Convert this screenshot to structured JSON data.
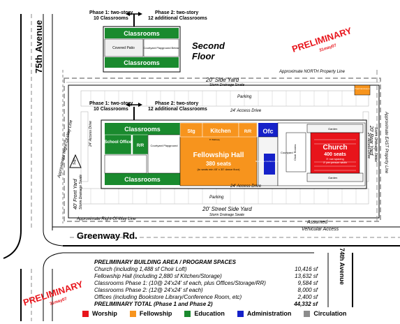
{
  "roads": {
    "avenue_75": "75th Avenue",
    "avenue_75_sup": "th",
    "greenway": "Greenway Rd.",
    "avenue_74": "74th Avenue"
  },
  "stamps": {
    "top": {
      "text": "PRELIMINARY",
      "date": "31may07"
    },
    "bottom": {
      "text": "PRELIMINARY",
      "date": "31may07"
    }
  },
  "second_floor": {
    "title_line1": "Second",
    "title_line2": "Floor",
    "phase1": "Phase 1: two-story",
    "phase1_sub": "10 Classrooms",
    "phase2": "Phase 2: two-story",
    "phase2_sub": "12 additional Classrooms",
    "classrooms_top": "Classrooms",
    "classrooms_bottom": "Classrooms",
    "covered_patio": "Covered Patio",
    "courtyard": "Courtyard Playground Below"
  },
  "site": {
    "north_line": "Approximate NORTH Property Line",
    "east_line": "Approximate EAST Property Line",
    "row_left": "Approximate Right-Of-Way Line",
    "row_bottom": "Approximate Right-Of-Way Line",
    "side_yard": "20' Side Yard",
    "side_swale": "Storm Drainage Swale",
    "street_yard": "20' Street Side Yard",
    "street_swale": "Storm Drainage Swale",
    "front_yard": "40' Front Yard",
    "front_swale": "Storm Drainage Swale",
    "rear_yard": "20' Rear Yard",
    "rear_swale": "Storm Drainage Swale",
    "parking_top": "Parking",
    "parking_bottom": "Parking",
    "access_top": "24' Access Drive",
    "access_bottom": "24' Access Drive",
    "access_left": "24' Access Drive",
    "access_right": "24' Access Drive",
    "sign": "Sign",
    "trash": "Trash Enclosure",
    "assumed": "Assumed",
    "vehicular": "Vehicular Access"
  },
  "ground": {
    "phase1": "Phase 1: two-story",
    "phase1_sub": "10 Classrooms",
    "phase2": "Phase 2: two-story",
    "phase2_sub": "12 additional Classrooms",
    "classrooms_top": "Classrooms",
    "classrooms_bottom": "Classrooms",
    "school_office": "School Office",
    "rr": "R/R",
    "courtyard": "Courtyard Playground",
    "stg": "Stg",
    "kitchen": "Kitchen",
    "rr2": "R/R",
    "ofc": "Ofc",
    "fellowship": "Fellowship Hall",
    "seats": "380 seats",
    "seats_sub": "(to seats min 45' x 30' dance floor)",
    "walkway": "8' Walkway",
    "bookstore": "Bookstore Conference Library",
    "courtyard2": "Courtyard",
    "choir": "Choir Rooms",
    "garden_top": "Garden",
    "garden_bottom": "Garden",
    "church": "Church",
    "church_seats": "400 seats",
    "church_sub1": "3' row spacing",
    "church_sub2": "2' per person width"
  },
  "program": {
    "heading": "PRELIMINARY BUILDING AREA / PROGRAM SPACES",
    "rows": [
      {
        "label": "Church (including 1,488 sf Choir Loft)",
        "value": "10,416 sf"
      },
      {
        "label": "Fellowship Hall (including 2,880 sf Kitchen/Storage)",
        "value": "13,632 sf"
      },
      {
        "label": "Classrooms Phase 1: (10@ 24'x24' sf each, plus Offices/Storage/RR)",
        "value": "9,584 sf"
      },
      {
        "label": "Classrooms Phase 2: (12@ 24'x24' sf each)",
        "value": "8,000 sf"
      },
      {
        "label": "Offices (including Bookstore Library/Conference Room, etc)",
        "value": "2,400 sf"
      }
    ],
    "total_label": "PRELIMINARY TOTAL (Phase 1 and Phase 2)",
    "total_value": "44,332 sf"
  },
  "legend": [
    {
      "label": "Worship",
      "color": "#e8141b"
    },
    {
      "label": "Fellowship",
      "color": "#f7941d"
    },
    {
      "label": "Education",
      "color": "#1a8a2e"
    },
    {
      "label": "Administration",
      "color": "#1521c9"
    },
    {
      "label": "Circulation",
      "color": "#8c8c8c"
    }
  ]
}
